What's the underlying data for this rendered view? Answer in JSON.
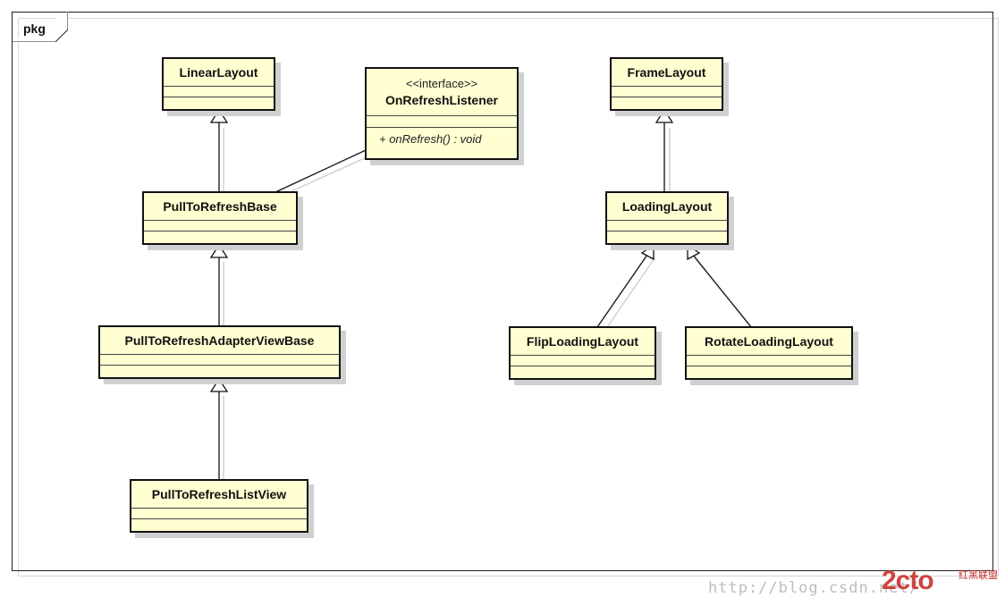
{
  "package": {
    "label": "pkg"
  },
  "classes": {
    "linear_layout": {
      "name": "LinearLayout"
    },
    "on_refresh_listener": {
      "stereotype": "<<interface>>",
      "name": "OnRefreshListener",
      "operation": "+ onRefresh() : void"
    },
    "pull_to_refresh_base": {
      "name": "PullToRefreshBase"
    },
    "pull_to_refresh_adapter_view_base": {
      "name": "PullToRefreshAdapterViewBase"
    },
    "pull_to_refresh_list_view": {
      "name": "PullToRefreshListView"
    },
    "frame_layout": {
      "name": "FrameLayout"
    },
    "loading_layout": {
      "name": "LoadingLayout"
    },
    "flip_loading_layout": {
      "name": "FlipLoadingLayout"
    },
    "rotate_loading_layout": {
      "name": "RotateLoadingLayout"
    }
  },
  "relationships": [
    {
      "type": "generalization",
      "from": "PullToRefreshBase",
      "to": "LinearLayout"
    },
    {
      "type": "association",
      "from": "PullToRefreshBase",
      "to": "OnRefreshListener"
    },
    {
      "type": "generalization",
      "from": "PullToRefreshAdapterViewBase",
      "to": "PullToRefreshBase"
    },
    {
      "type": "generalization",
      "from": "PullToRefreshListView",
      "to": "PullToRefreshAdapterViewBase"
    },
    {
      "type": "generalization",
      "from": "LoadingLayout",
      "to": "FrameLayout"
    },
    {
      "type": "generalization",
      "from": "FlipLoadingLayout",
      "to": "LoadingLayout"
    },
    {
      "type": "generalization",
      "from": "RotateLoadingLayout",
      "to": "LoadingLayout"
    }
  ],
  "watermark": {
    "url_text": "http://blog.csdn.net/",
    "logo_text": "2cto",
    "logo_sub": "红黑联盟"
  }
}
